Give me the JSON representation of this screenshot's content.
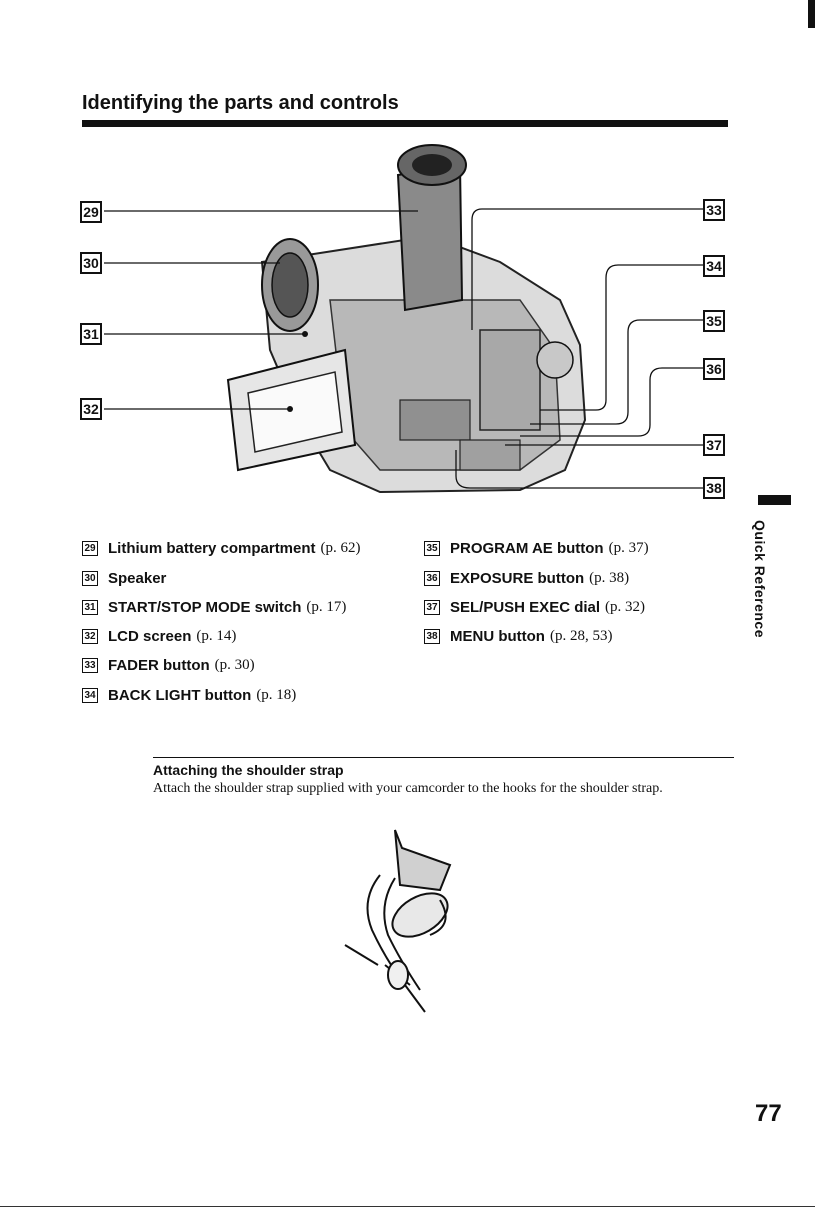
{
  "page": {
    "title": "Identifying the parts and controls",
    "side_label": "Quick Reference",
    "page_number": "77"
  },
  "callouts": [
    "29",
    "30",
    "31",
    "32",
    "33",
    "34",
    "35",
    "36",
    "37",
    "38"
  ],
  "parts_left": [
    {
      "num": "29",
      "name": "Lithium battery compartment",
      "ref": "(p. 62)"
    },
    {
      "num": "30",
      "name": "Speaker",
      "ref": ""
    },
    {
      "num": "31",
      "name": "START/STOP MODE switch",
      "ref": "(p. 17)"
    },
    {
      "num": "32",
      "name": "LCD screen",
      "ref": "(p. 14)"
    },
    {
      "num": "33",
      "name": "FADER button",
      "ref": "(p. 30)"
    },
    {
      "num": "34",
      "name": "BACK LIGHT button",
      "ref": "(p. 18)"
    }
  ],
  "parts_right": [
    {
      "num": "35",
      "name": "PROGRAM AE button",
      "ref": "(p. 37)"
    },
    {
      "num": "36",
      "name": "EXPOSURE button",
      "ref": "(p. 38)"
    },
    {
      "num": "37",
      "name": "SEL/PUSH EXEC dial",
      "ref": "(p. 32)"
    },
    {
      "num": "38",
      "name": "MENU button",
      "ref": "(p. 28, 53)"
    }
  ],
  "strap": {
    "heading": "Attaching the shoulder strap",
    "text": "Attach the shoulder strap supplied with your camcorder to the hooks for the shoulder strap."
  }
}
